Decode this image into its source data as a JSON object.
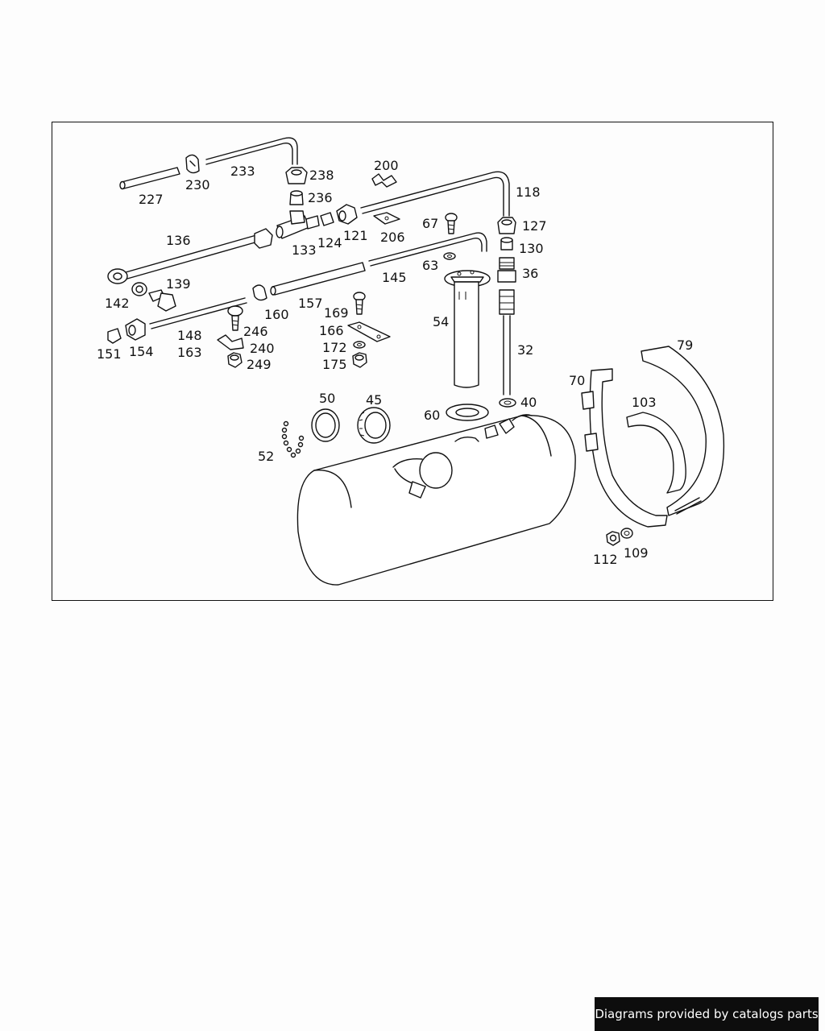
{
  "diagram": {
    "callouts": {
      "227": "227",
      "230": "230",
      "233": "233",
      "238": "238",
      "236": "236",
      "200": "200",
      "118": "118",
      "206": "206",
      "121": "121",
      "124": "124",
      "133": "133",
      "136": "136",
      "127": "127",
      "67": "67",
      "130": "130",
      "63": "63",
      "36": "36",
      "145": "145",
      "139": "139",
      "142": "142",
      "157": "157",
      "160": "160",
      "169": "169",
      "54": "54",
      "148": "148",
      "246": "246",
      "166": "166",
      "151": "151",
      "154": "154",
      "163": "163",
      "240": "240",
      "172": "172",
      "32": "32",
      "249": "249",
      "175": "175",
      "79": "79",
      "70": "70",
      "50": "50",
      "45": "45",
      "40": "40",
      "103": "103",
      "60": "60",
      "52": "52",
      "112": "112",
      "109": "109"
    }
  },
  "footer": {
    "credit": "Diagrams provided by catalogs parts"
  }
}
